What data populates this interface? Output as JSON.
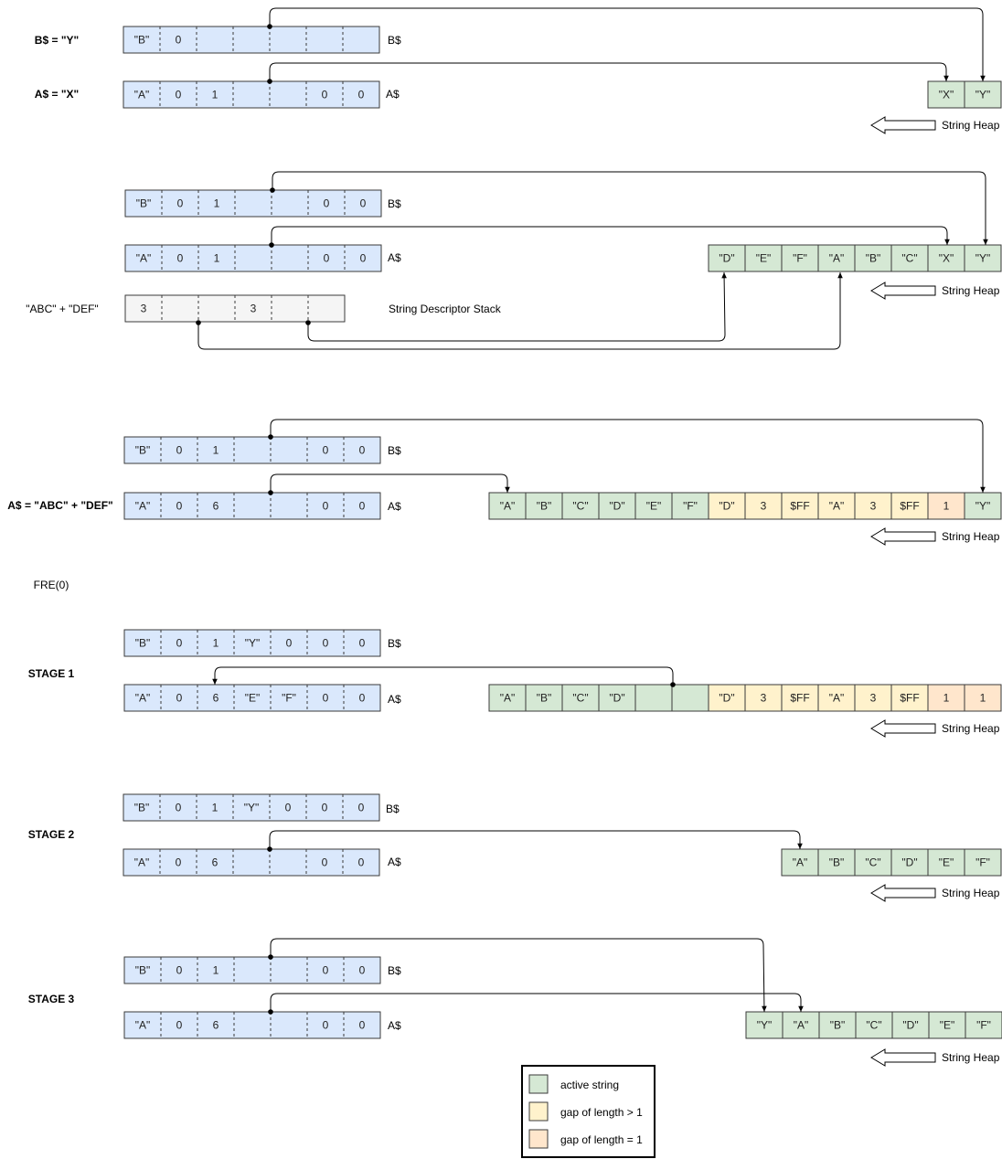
{
  "colors": {
    "descriptor": "#dae8fc",
    "active": "#d5e8d4",
    "gap_gt1": "#fff2cc",
    "gap_eq1": "#ffe6cc",
    "stack": "#f5f5f5",
    "stroke": "#3a3a3a"
  },
  "labels": {
    "b_assign": "B$ = \"Y\"",
    "a_assign": "A$ = \"X\"",
    "concat_expr": "\"ABC\" + \"DEF\"",
    "a_concat_assign": "A$ = \"ABC\" + \"DEF\"",
    "fre": "FRE(0)",
    "stage1": "STAGE 1",
    "stage2": "STAGE 2",
    "stage3": "STAGE 3",
    "var_b": "B$",
    "var_a": "A$",
    "string_heap": "String Heap",
    "descriptor_stack": "String Descriptor Stack"
  },
  "legend": {
    "active": "active string",
    "gap_gt1": "gap of length > 1",
    "gap_eq1": "gap of length = 1"
  },
  "descriptors": {
    "s1_b": [
      "\"B\"",
      "0",
      "",
      "",
      "",
      "",
      ""
    ],
    "s1_a": [
      "\"A\"",
      "0",
      "1",
      "",
      "",
      "0",
      "0"
    ],
    "s2_b": [
      "\"B\"",
      "0",
      "1",
      "",
      "",
      "0",
      "0"
    ],
    "s2_a": [
      "\"A\"",
      "0",
      "1",
      "",
      "",
      "0",
      "0"
    ],
    "s2_stack": [
      "3",
      "",
      "",
      "3",
      "",
      ""
    ],
    "s3_b": [
      "\"B\"",
      "0",
      "1",
      "",
      "",
      "0",
      "0"
    ],
    "s3_a": [
      "\"A\"",
      "0",
      "6",
      "",
      "",
      "0",
      "0"
    ],
    "st1_b": [
      "\"B\"",
      "0",
      "1",
      "\"Y\"",
      "0",
      "0",
      "0"
    ],
    "st1_a": [
      "\"A\"",
      "0",
      "6",
      "\"E\"",
      "\"F\"",
      "0",
      "0"
    ],
    "st2_b": [
      "\"B\"",
      "0",
      "1",
      "\"Y\"",
      "0",
      "0",
      "0"
    ],
    "st2_a": [
      "\"A\"",
      "0",
      "6",
      "",
      "",
      "0",
      "0"
    ],
    "st3_b": [
      "\"B\"",
      "0",
      "1",
      "",
      "",
      "0",
      "0"
    ],
    "st3_a": [
      "\"A\"",
      "0",
      "6",
      "",
      "",
      "0",
      "0"
    ]
  },
  "heaps": {
    "s1": [
      [
        "\"X\"",
        "active"
      ],
      [
        "\"Y\"",
        "active"
      ]
    ],
    "s2": [
      [
        "\"D\"",
        "active"
      ],
      [
        "\"E\"",
        "active"
      ],
      [
        "\"F\"",
        "active"
      ],
      [
        "\"A\"",
        "active"
      ],
      [
        "\"B\"",
        "active"
      ],
      [
        "\"C\"",
        "active"
      ],
      [
        "\"X\"",
        "active"
      ],
      [
        "\"Y\"",
        "active"
      ]
    ],
    "s3": [
      [
        "\"A\"",
        "active"
      ],
      [
        "\"B\"",
        "active"
      ],
      [
        "\"C\"",
        "active"
      ],
      [
        "\"D\"",
        "active"
      ],
      [
        "\"E\"",
        "active"
      ],
      [
        "\"F\"",
        "active"
      ],
      [
        "\"D\"",
        "gap_gt1"
      ],
      [
        "3",
        "gap_gt1"
      ],
      [
        "$FF",
        "gap_gt1"
      ],
      [
        "\"A\"",
        "gap_gt1"
      ],
      [
        "3",
        "gap_gt1"
      ],
      [
        "$FF",
        "gap_gt1"
      ],
      [
        "1",
        "gap_eq1"
      ],
      [
        "\"Y\"",
        "active"
      ]
    ],
    "st1": [
      [
        "\"A\"",
        "active"
      ],
      [
        "\"B\"",
        "active"
      ],
      [
        "\"C\"",
        "active"
      ],
      [
        "\"D\"",
        "active"
      ],
      [
        "",
        "active"
      ],
      [
        "",
        "active"
      ],
      [
        "\"D\"",
        "gap_gt1"
      ],
      [
        "3",
        "gap_gt1"
      ],
      [
        "$FF",
        "gap_gt1"
      ],
      [
        "\"A\"",
        "gap_gt1"
      ],
      [
        "3",
        "gap_gt1"
      ],
      [
        "$FF",
        "gap_gt1"
      ],
      [
        "1",
        "gap_eq1"
      ],
      [
        "1",
        "gap_eq1"
      ]
    ],
    "st2": [
      [
        "\"A\"",
        "active"
      ],
      [
        "\"B\"",
        "active"
      ],
      [
        "\"C\"",
        "active"
      ],
      [
        "\"D\"",
        "active"
      ],
      [
        "\"E\"",
        "active"
      ],
      [
        "\"F\"",
        "active"
      ]
    ],
    "st3": [
      [
        "\"Y\"",
        "active"
      ],
      [
        "\"A\"",
        "active"
      ],
      [
        "\"B\"",
        "active"
      ],
      [
        "\"C\"",
        "active"
      ],
      [
        "\"D\"",
        "active"
      ],
      [
        "\"E\"",
        "active"
      ],
      [
        "\"F\"",
        "active"
      ]
    ]
  }
}
